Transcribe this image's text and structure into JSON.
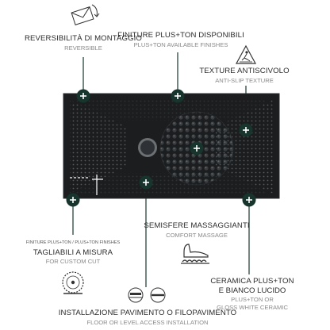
{
  "features": [
    {
      "title": "REVERSIBILITÀ DI MONTAGGIO",
      "subtitle": "REVERSIBLE"
    },
    {
      "title": "FINITURE PLUS+TON DISPONIBILI",
      "subtitle": "PLUS+TON AVAILABLE FINISHES"
    },
    {
      "title": "TEXTURE ANTISCIVOLO",
      "subtitle": "ANTI-SLIP TEXTURE"
    },
    {
      "title": "SEMISFERE MASSAGGIANTI",
      "subtitle": "COMFORT MASSAGE"
    },
    {
      "note": "FINITURE PLUS+TON / PLUS+TON FINISHES",
      "title": "TAGLIABILI A MISURA",
      "subtitle": "FOR CUSTOM CUT"
    },
    {
      "title": "CERAMICA PLUS+TON",
      "title2": "E BIANCO LUCIDO",
      "subtitle": "PLUS+TON OR",
      "subtitle2": "GLOSS WHITE CERAMIC"
    },
    {
      "title": "INSTALLAZIONE PAVIMENTO O FILOPAVIMENTO",
      "subtitle": "FLOOR OR LEVEL ACCESS INSTALLATION"
    }
  ],
  "colors": {
    "tray": "#1b1d1f",
    "marker": "#17352c",
    "line": "#17352c"
  },
  "icons": [
    "envelope-reverse-icon",
    "slip-warning-icon",
    "massage-foot-icon",
    "saw-blade-icon",
    "floor-install-icon",
    "level-install-icon",
    "plus-icon"
  ]
}
